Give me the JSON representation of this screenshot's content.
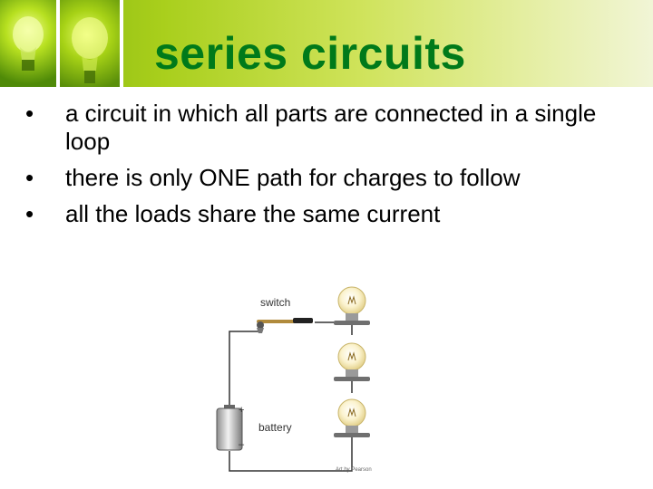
{
  "slide": {
    "title": "series circuits",
    "bullets": [
      "a circuit in which all parts are connected in a single loop",
      "there is only ONE path for charges to follow",
      "all the loads share the same current"
    ],
    "bullet_glyph": "•"
  },
  "diagram": {
    "switch_label": "switch",
    "battery_label": "battery",
    "plus_sign": "+",
    "minus_sign": "–",
    "credit": "Art by Pearson"
  },
  "colors": {
    "title": "#007a1a",
    "header_green": "#7fb10a"
  },
  "icons": [
    "light-bulb-icon",
    "battery-icon",
    "switch-icon"
  ]
}
